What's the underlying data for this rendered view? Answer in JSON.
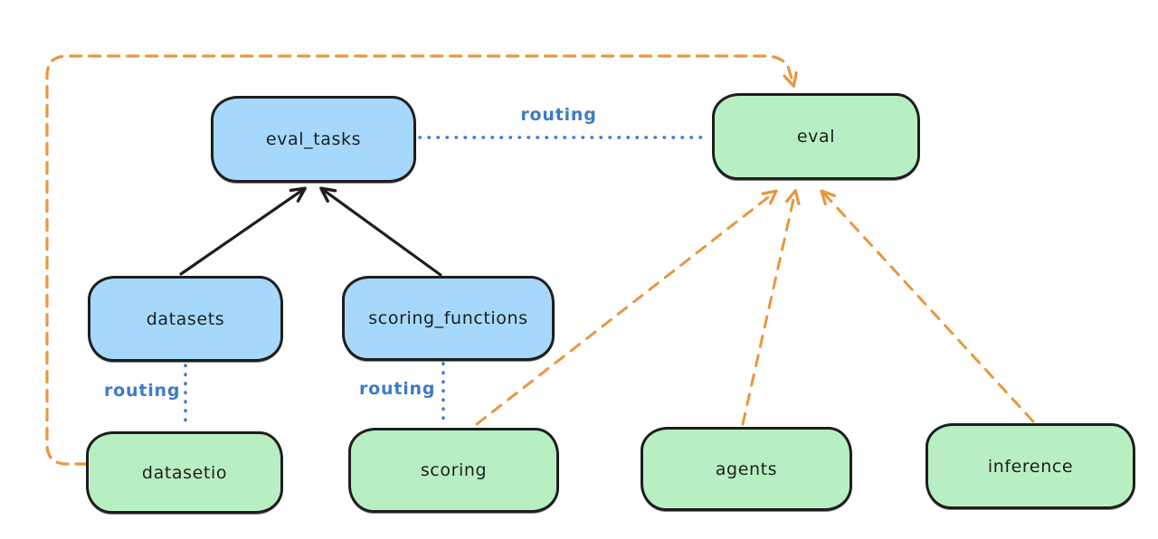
{
  "diagram": {
    "title": "",
    "nodes": {
      "eval_tasks": {
        "label": "eval_tasks",
        "kind": "resource",
        "fill": "blue"
      },
      "eval": {
        "label": "eval",
        "kind": "api",
        "fill": "green"
      },
      "datasets": {
        "label": "datasets",
        "kind": "resource",
        "fill": "blue"
      },
      "scoring_functions": {
        "label": "scoring_functions",
        "kind": "resource",
        "fill": "blue"
      },
      "datasetio": {
        "label": "datasetio",
        "kind": "api",
        "fill": "green"
      },
      "scoring": {
        "label": "scoring",
        "kind": "api",
        "fill": "green"
      },
      "agents": {
        "label": "agents",
        "kind": "api",
        "fill": "green"
      },
      "inference": {
        "label": "inference",
        "kind": "api",
        "fill": "green"
      }
    },
    "labels": {
      "routing_top": "routing",
      "routing_datasets": "routing",
      "routing_scoring": "routing"
    },
    "edges": [
      {
        "from": "datasets",
        "to": "eval_tasks",
        "style": "solid-arrow",
        "color": "black"
      },
      {
        "from": "scoring_functions",
        "to": "eval_tasks",
        "style": "solid-arrow",
        "color": "black"
      },
      {
        "from": "eval_tasks",
        "to": "eval",
        "style": "dotted-line",
        "color": "blue",
        "label": "routing"
      },
      {
        "from": "datasets",
        "to": "datasetio",
        "style": "dotted-line",
        "color": "blue",
        "label": "routing"
      },
      {
        "from": "scoring_functions",
        "to": "scoring",
        "style": "dotted-line",
        "color": "blue",
        "label": "routing"
      },
      {
        "from": "datasetio",
        "to": "eval",
        "style": "dashed-arrow",
        "color": "orange"
      },
      {
        "from": "scoring",
        "to": "eval",
        "style": "dashed-arrow",
        "color": "orange"
      },
      {
        "from": "agents",
        "to": "eval",
        "style": "dashed-arrow",
        "color": "orange"
      },
      {
        "from": "inference",
        "to": "eval",
        "style": "dashed-arrow",
        "color": "orange"
      }
    ]
  },
  "colors": {
    "blue_fill": "#a5d8fb",
    "green_fill": "#b8efc2",
    "stroke": "#1e1e1e",
    "routing_blue": "#3d7bc4",
    "orange": "#e8973f"
  }
}
